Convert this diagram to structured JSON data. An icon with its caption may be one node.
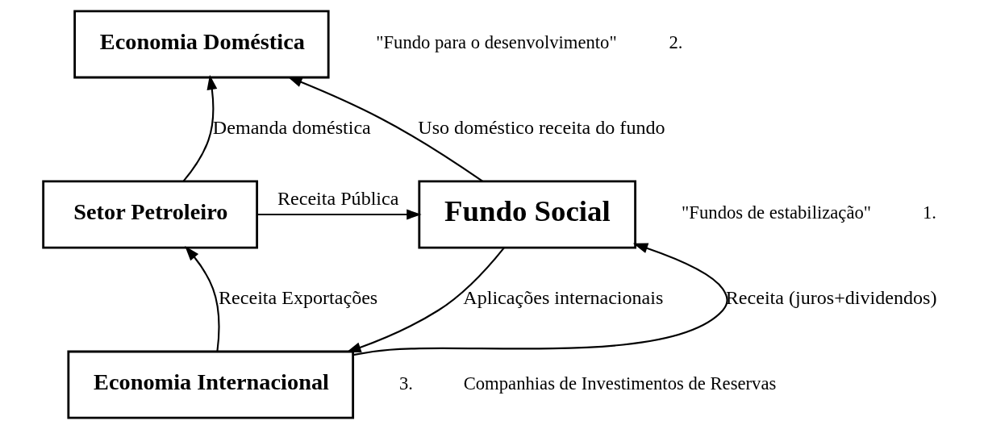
{
  "diagram": {
    "nodes": [
      {
        "text": [
          "Economia Doméstica"
        ]
      },
      {
        "text": [
          "Setor Petroleiro"
        ]
      },
      {
        "text": [
          "Fundo Social"
        ]
      },
      {
        "text": [
          "Economia Internacional"
        ]
      }
    ],
    "edges": [
      {
        "from": 1,
        "to": 0,
        "arrow": "to",
        "label": "Demanda doméstica"
      },
      {
        "from": 1,
        "to": 2,
        "arrow": "to",
        "label": "Receita Pública"
      },
      {
        "from": 2,
        "to": 0,
        "arrow": "to",
        "label": "Uso doméstico receita do fundo"
      },
      {
        "from": 3,
        "to": 2,
        "arrow": "to",
        "label": "Receita (juros+dividendos)"
      },
      {
        "from": 2,
        "to": 3,
        "arrow": "to",
        "label": "Aplicações internacionais"
      },
      {
        "from": 3,
        "to": 1,
        "arrow": "to",
        "label": "Receita Exportações"
      }
    ],
    "labels": [
      "\"Fundo para o desenvolvimento\"",
      "2.",
      "\"Fundos de estabilização\"",
      "1.",
      "3.",
      "Companhias de Investimentos de Reservas"
    ]
  }
}
